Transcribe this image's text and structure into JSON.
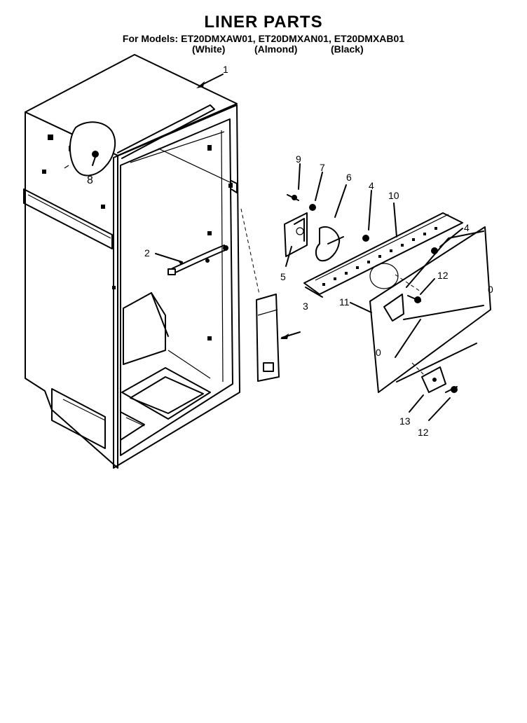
{
  "header": {
    "title": "LINER PARTS",
    "models_line": "For Models: ET20DMXAW01, ET20DMXAN01, ET20DMXAB01",
    "colors": [
      "(White)",
      "(Almond)",
      "(Black)"
    ]
  },
  "callouts": [
    "1",
    "2",
    "3",
    "4",
    "4",
    "5",
    "6",
    "7",
    "8",
    "9",
    "10",
    "11",
    "12",
    "12",
    "13"
  ]
}
